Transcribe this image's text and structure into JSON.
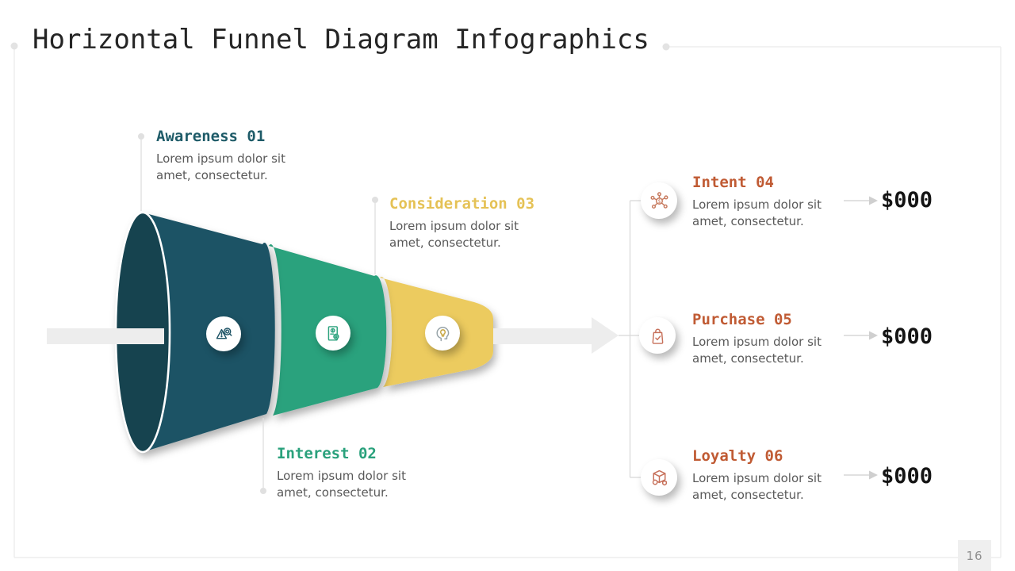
{
  "slide": {
    "title": "Horizontal Funnel Diagram Infographics",
    "page_number": "16"
  },
  "funnel_stages": [
    {
      "label": "Awareness 01",
      "description": "Lorem ipsum dolor sit amet, consectetur.",
      "color": "#1E5B68",
      "icon": "warning-search-icon"
    },
    {
      "label": "Interest 02",
      "description": "Lorem ipsum dolor sit amet, consectetur.",
      "color": "#2AA17C",
      "icon": "document-gear-icon"
    },
    {
      "label": "Consideration 03",
      "description": "Lorem ipsum dolor sit amet, consectetur.",
      "color": "#E5C256",
      "icon": "head-bulb-icon"
    }
  ],
  "outcome_stages": [
    {
      "label": "Intent 04",
      "description": "Lorem ipsum dolor sit amet, consectetur.",
      "value": "$000",
      "color": "#C05B34",
      "icon": "network-dollar-icon"
    },
    {
      "label": "Purchase 05",
      "description": "Lorem ipsum dolor sit amet, consectetur.",
      "value": "$000",
      "color": "#C05B34",
      "icon": "shopping-bag-icon"
    },
    {
      "label": "Loyalty 06",
      "description": "Lorem ipsum dolor sit amet, consectetur.",
      "value": "$000",
      "color": "#C05B34",
      "icon": "package-box-icon"
    }
  ],
  "colors": {
    "funnel_mouth": "#16434F",
    "segment_teal": "#1D5365",
    "segment_green": "#2BA27D",
    "segment_yellow": "#ECCB5F",
    "arrow_gray": "#EDEDED",
    "connector_gray": "#D9D9D9",
    "frame_gray": "#EBEBEB"
  }
}
